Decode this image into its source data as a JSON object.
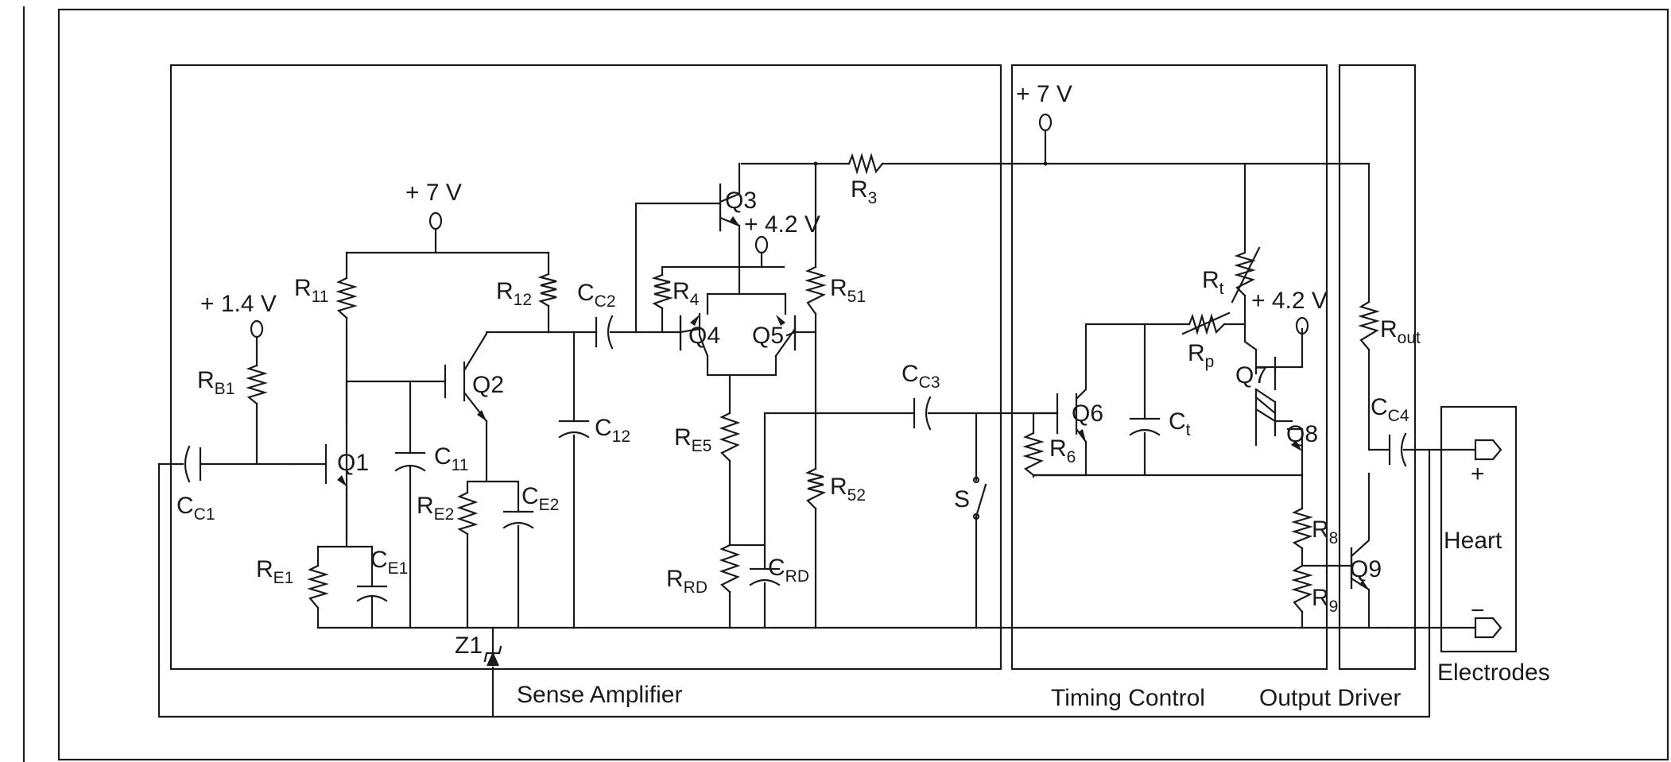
{
  "blocks": {
    "sense_amplifier": "Sense Amplifier",
    "timing_control": "Timing Control",
    "output_driver": "Output Driver",
    "electrodes": "Electrodes",
    "heart": "Heart"
  },
  "supplies": {
    "v7_a": "+ 7 V",
    "v7_b": "+ 7 V",
    "v14": "+ 1.4 V",
    "v42_a": "+ 4.2 V",
    "v42_b": "+ 4.2 V"
  },
  "terminals": {
    "plus": "+",
    "minus": "−"
  },
  "transistors": {
    "q1": "Q1",
    "q2": "Q2",
    "q3": "Q3",
    "q4": "Q4",
    "q5": "Q5",
    "q6": "Q6",
    "q7": "Q7",
    "q8": "Q8",
    "q9": "Q9"
  },
  "switch": "S",
  "zener": "Z1",
  "components": {
    "rb1": {
      "main": "R",
      "sub": "B1"
    },
    "r11": {
      "main": "R",
      "sub": "11"
    },
    "r12": {
      "main": "R",
      "sub": "12"
    },
    "re1": {
      "main": "R",
      "sub": "E1"
    },
    "re2": {
      "main": "R",
      "sub": "E2"
    },
    "re5": {
      "main": "R",
      "sub": "E5"
    },
    "rrd": {
      "main": "R",
      "sub": "RD"
    },
    "r3": {
      "main": "R",
      "sub": "3"
    },
    "r4": {
      "main": "R",
      "sub": "4"
    },
    "r51": {
      "main": "R",
      "sub": "51"
    },
    "r52": {
      "main": "R",
      "sub": "52"
    },
    "r6": {
      "main": "R",
      "sub": "6"
    },
    "rt": {
      "main": "R",
      "sub": "t"
    },
    "rp": {
      "main": "R",
      "sub": "p"
    },
    "r8": {
      "main": "R",
      "sub": "8"
    },
    "r9": {
      "main": "R",
      "sub": "9"
    },
    "rout": {
      "main": "R",
      "sub": "out"
    },
    "cc1": {
      "main": "C",
      "sub": "C1"
    },
    "cc2": {
      "main": "C",
      "sub": "C2"
    },
    "cc3": {
      "main": "C",
      "sub": "C3"
    },
    "cc4": {
      "main": "C",
      "sub": "C4"
    },
    "c11": {
      "main": "C",
      "sub": "11"
    },
    "c12": {
      "main": "C",
      "sub": "12"
    },
    "ce1": {
      "main": "C",
      "sub": "E1"
    },
    "ce2": {
      "main": "C",
      "sub": "E2"
    },
    "crd": {
      "main": "C",
      "sub": "RD"
    },
    "ct": {
      "main": "C",
      "sub": "t"
    }
  }
}
